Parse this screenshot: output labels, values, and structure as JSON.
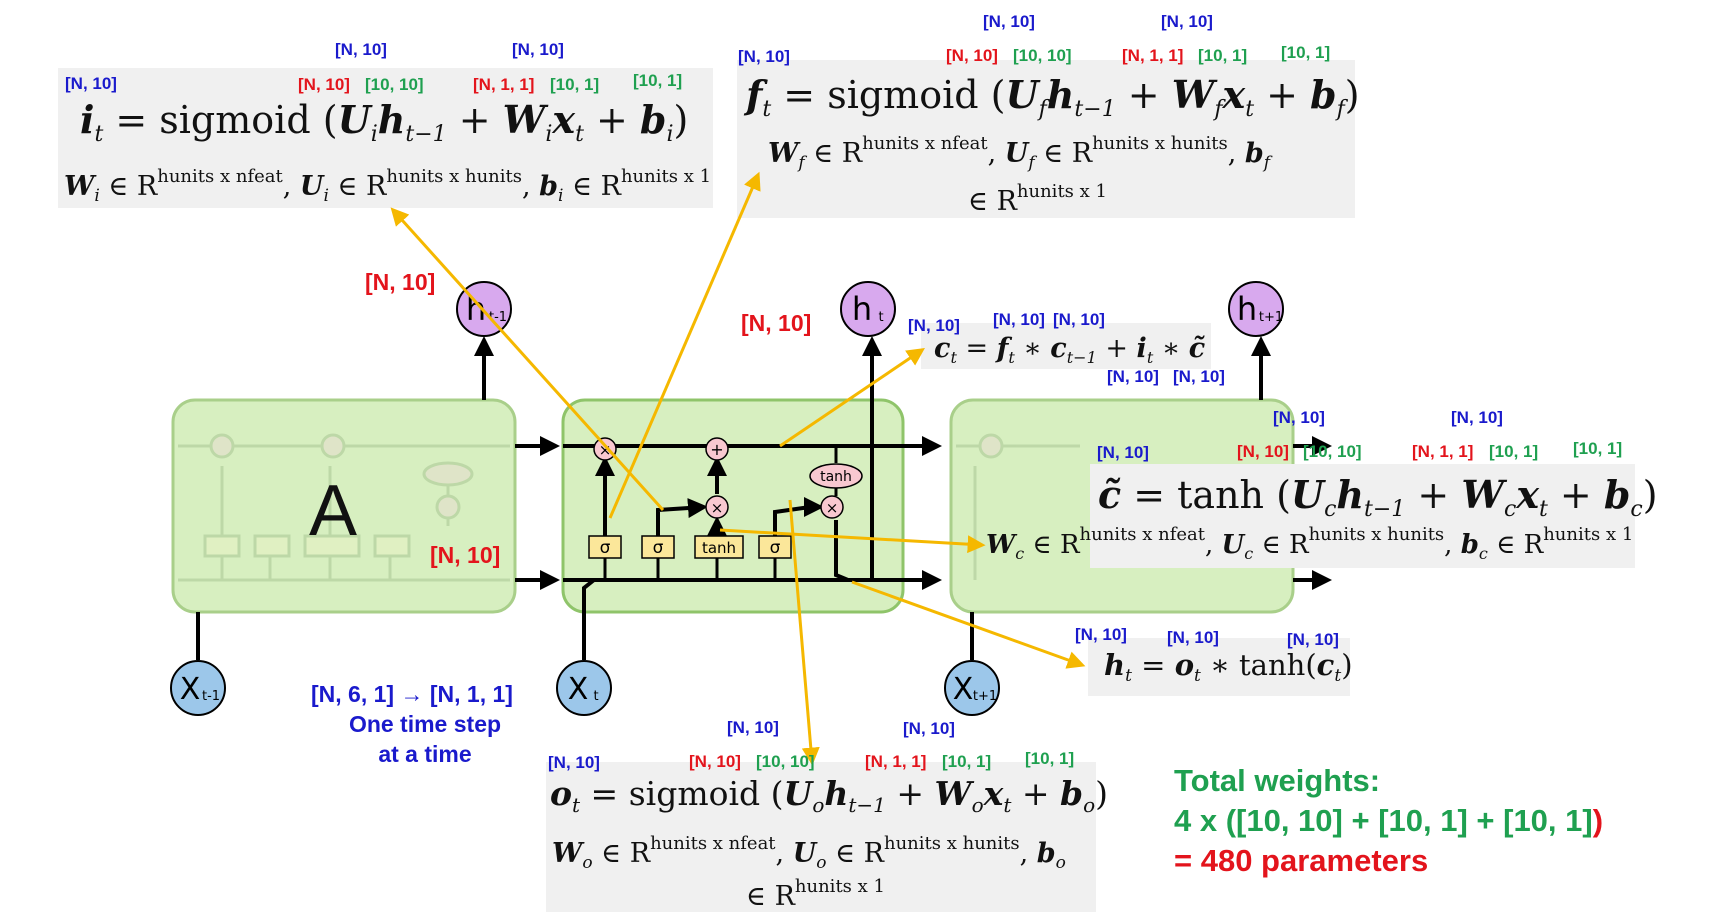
{
  "colors": {
    "red": "#e3141c",
    "blue": "#1a1acc",
    "green": "#1fa050",
    "arrow": "#f5b800",
    "cell_fill": "#d7efc0",
    "cell_stroke": "#8fc46a",
    "h_fill": "#d8a9ee",
    "x_fill": "#9cc7ea",
    "gate_fill": "#fbe79a",
    "op_fill": "#f8c8d0"
  },
  "cells": {
    "left_label": "A",
    "h_prev": "h",
    "h_prev_sub": "t-1",
    "h_cur": "h",
    "h_cur_sub": "t",
    "h_next": "h",
    "h_next_sub": "t+1",
    "x_prev": "X",
    "x_prev_sub": "t-1",
    "x_cur": "X",
    "x_cur_sub": "t",
    "x_next": "X",
    "x_next_sub": "t+1",
    "gate_sigma": "σ",
    "gate_tanh": "tanh",
    "op_times": "×",
    "op_plus": "+",
    "op_tanh": "tanh"
  },
  "shape_labels": {
    "h_out_prev": "[N, 10]",
    "h_out_cur": "[N, 10]",
    "hidden_in": "[N, 10]",
    "x_input": "[N, 6, 1] →  [N, 1, 1]",
    "time_step_line1": "One time step",
    "time_step_line2": "at a time"
  },
  "input_gate": {
    "out": "[N, 10]",
    "u_shape": "[N, 10]",
    "u_weight": "[10, 10]",
    "w_shape": "[N, 1, 1]",
    "w_weight": "[10, 1]",
    "b_weight": "[10, 1]",
    "uh_result": "[N, 10]",
    "wx_result": "[N, 10]",
    "lhs": "i",
    "sub": "t",
    "fn": "sigmoid",
    "dims": "W_i ∈ R^{hunits x nfeat}, U_i ∈ R^{hunits x hunits}, b_i ∈ R^{hunits x 1}"
  },
  "forget_gate": {
    "out": "[N, 10]",
    "u_shape": "[N, 10]",
    "u_weight": "[10, 10]",
    "w_shape": "[N, 1, 1]",
    "w_weight": "[10, 1]",
    "b_weight": "[10, 1]",
    "uh_result": "[N, 10]",
    "wx_result": "[N, 10]",
    "lhs": "f",
    "sub": "t",
    "fn": "sigmoid"
  },
  "cell_state": {
    "c_out": "[N, 10]",
    "f_shape": "[N, 10]",
    "c_prev_shape": "[N, 10]",
    "i_shape": "[N, 10]",
    "c_tilde_shape": "[N, 10]"
  },
  "candidate": {
    "out": "[N, 10]",
    "u_shape": "[N, 10]",
    "u_weight": "[10, 10]",
    "w_shape": "[N, 1, 1]",
    "w_weight": "[10, 1]",
    "b_weight": "[10, 1]",
    "uh_result": "[N, 10]",
    "wx_result": "[N, 10]",
    "fn": "tanh"
  },
  "hidden_state": {
    "h_out": "[N, 10]",
    "o_shape": "[N, 10]",
    "tanh_shape": "[N, 10]",
    "fn": "tanh"
  },
  "output_gate": {
    "out": "[N, 10]",
    "u_shape": "[N, 10]",
    "u_weight": "[10, 10]",
    "w_shape": "[N, 1, 1]",
    "w_weight": "[10, 1]",
    "b_weight": "[10, 1]",
    "uh_result": "[N, 10]",
    "wx_result": "[N, 10]",
    "fn": "sigmoid"
  },
  "total": {
    "line1": "Total weights:",
    "line2_a": "4 x (",
    "line2_b": "[10, 10] + [10, 1] + [10, 1]",
    "line2_c": ")",
    "line3": "= 480 parameters"
  }
}
